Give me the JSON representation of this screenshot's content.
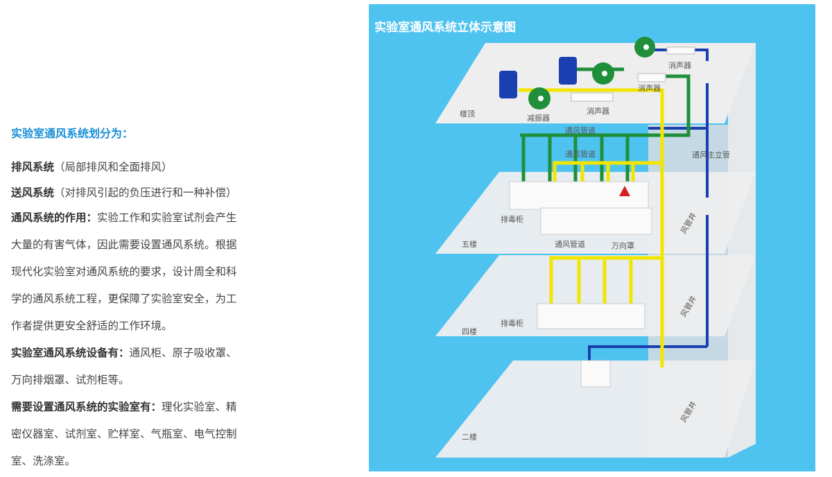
{
  "text": {
    "heading": "实验室通风系统划分为：",
    "exhaust_title": "排风系统",
    "exhaust_desc": "（局部排风和全面排风）",
    "supply_title": "送风系统",
    "supply_desc": "（对排风引起的负压进行和一种补偿）",
    "role_title": "通风系统的作用：",
    "role_lines": [
      "实验工作和实验室试剂会产生",
      "大量的有害气体，因此需要设置通风系统。根据",
      "现代化实验室对通风系统的要求，设计周全和科",
      "学的通风系统工程，更保障了实验室安全，为工",
      "作者提供更安全舒适的工作环境。"
    ],
    "equip_title": "实验室通风系统设备有：",
    "equip_lines": [
      "通风柜、原子吸收罩、",
      "万向排烟罩、试剂柜等。"
    ],
    "labs_title": "需要设置通风系统的实验室有：",
    "labs_lines": [
      "理化实验室、精",
      "密仪器室、试剂室、贮样室、气瓶室、电气控制",
      "室、洗涤室。"
    ]
  },
  "diagram": {
    "title": "实验室通风系统立体示意图",
    "labels": {
      "roof": "楼顶",
      "damper": "减振器",
      "silencer1": "消声器",
      "silencer2": "消声器",
      "silencer3": "消声器",
      "duct1": "通风管道",
      "duct2": "通风管道",
      "main_riser": "通风主立管",
      "cabinet5": "排毒柜",
      "floor5": "五楼",
      "duct5": "通风管道",
      "hood": "万向罩",
      "shaft1": "风管井",
      "cabinet4": "排毒柜",
      "floor4": "四楼",
      "shaft2": "风管井",
      "floor2": "二楼",
      "shaft3": "风管井"
    },
    "colors": {
      "background": "#4fc3f0",
      "exhaust_duct": "#1f8f3a",
      "supply_duct": "#f2e600",
      "main_riser": "#1a3fb0",
      "hood": "#d81e1e"
    }
  }
}
